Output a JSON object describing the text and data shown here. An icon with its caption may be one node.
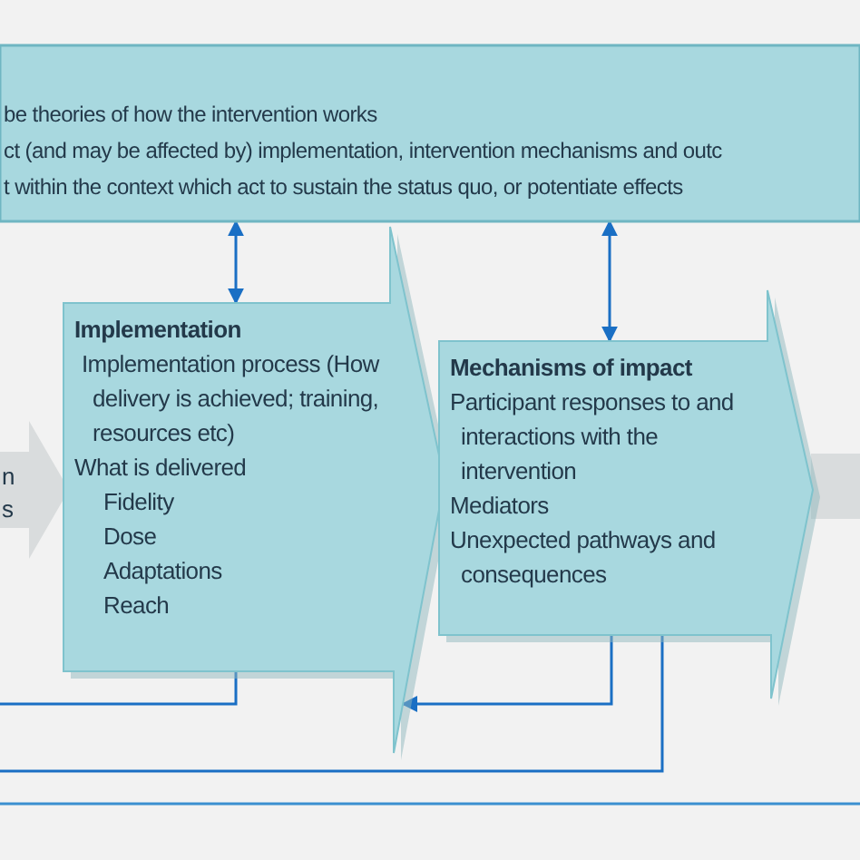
{
  "diagram": {
    "nodes": [
      {
        "text": [
          "be theories of how the intervention works",
          "ct (and may be affected by) implementation, intervention mechanisms and outc",
          "t within the context which act to sustain the status quo, or potentiate effects"
        ]
      },
      {
        "text": [
          "n s"
        ]
      },
      {
        "text": [
          "Implementation",
          "Implementation process (How delivery is achieved; training, resources etc)",
          "What is delivered",
          "Fidelity",
          "Dose",
          "Adaptations",
          "Reach"
        ]
      },
      {
        "text": [
          "Mechanisms of impact",
          "Participant responses to and interactions with the intervention",
          "Mediators",
          "Unexpected pathways and consequences"
        ]
      },
      {
        "text": [],
        "shape": "arrow"
      }
    ],
    "edges": [
      {
        "from": 0,
        "to": 2,
        "arrow": "both"
      },
      {
        "from": 0,
        "to": 3,
        "arrow": "both"
      },
      {
        "from": 3,
        "to": 2,
        "arrow": "to"
      },
      {
        "from": 2,
        "to": null,
        "arrow": "none"
      },
      {
        "from": 3,
        "to": null,
        "arrow": "none"
      }
    ]
  }
}
